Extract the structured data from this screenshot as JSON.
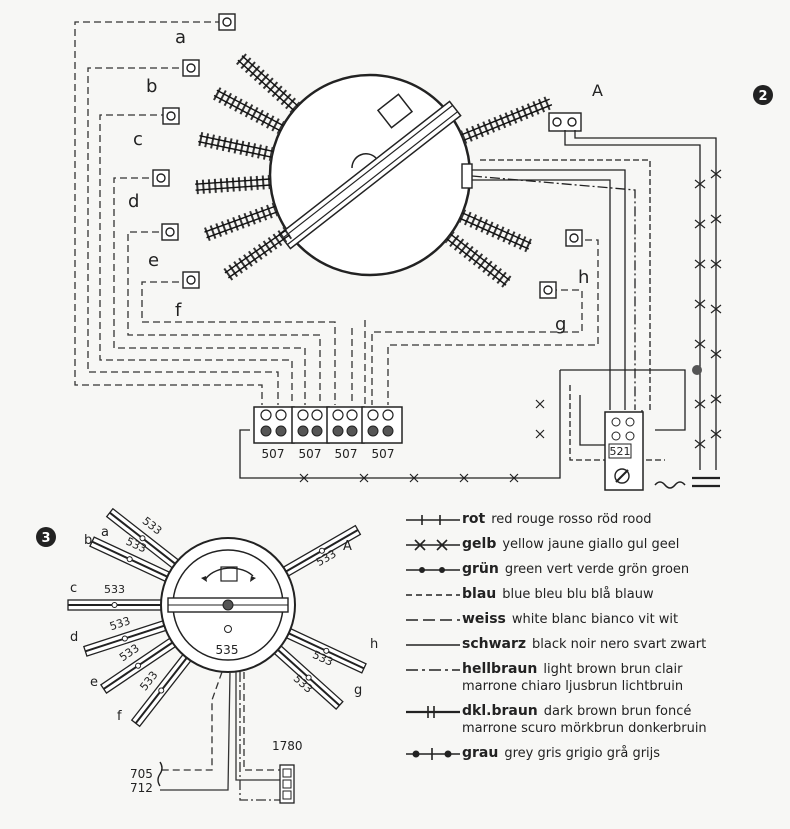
{
  "figure2": {
    "marker": "2",
    "track_labels": [
      "a",
      "b",
      "c",
      "d",
      "e",
      "f",
      "A",
      "h",
      "g"
    ],
    "module_labels": [
      "507",
      "507",
      "507",
      "507"
    ],
    "control_label": "521"
  },
  "figure3": {
    "marker": "3",
    "track_labels": [
      "a",
      "b",
      "c",
      "d",
      "e",
      "f",
      "A",
      "h",
      "g"
    ],
    "segment_label": "533",
    "turntable_label": "535",
    "wire_labels": [
      "705",
      "712",
      "1780"
    ]
  },
  "legend": [
    {
      "name": "rot",
      "translations": "red rouge rosso röd rood",
      "style": "tick"
    },
    {
      "name": "gelb",
      "translations": "yellow jaune giallo gul geel",
      "style": "cross"
    },
    {
      "name": "grün",
      "translations": "green vert verde grön groen",
      "style": "dot"
    },
    {
      "name": "blau",
      "translations": "blue bleu blu blå blauw",
      "style": "dashed"
    },
    {
      "name": "weiss",
      "translations": "white blanc bianco vit wit",
      "style": "longdash"
    },
    {
      "name": "schwarz",
      "translations": "black noir nero svart zwart",
      "style": "solid"
    },
    {
      "name": "hellbraun",
      "translations": "light brown  brun clair",
      "translations2": "marrone chiaro  ljusbrun  lichtbruin",
      "style": "dashdot"
    },
    {
      "name": "dkl.braun",
      "translations": "dark brown  brun foncé",
      "translations2": "marrone scuro  mörkbrun  donkerbruin",
      "style": "doubletick"
    },
    {
      "name": "grau",
      "translations": "grey gris grigio grå grijs",
      "style": "dottick"
    }
  ]
}
